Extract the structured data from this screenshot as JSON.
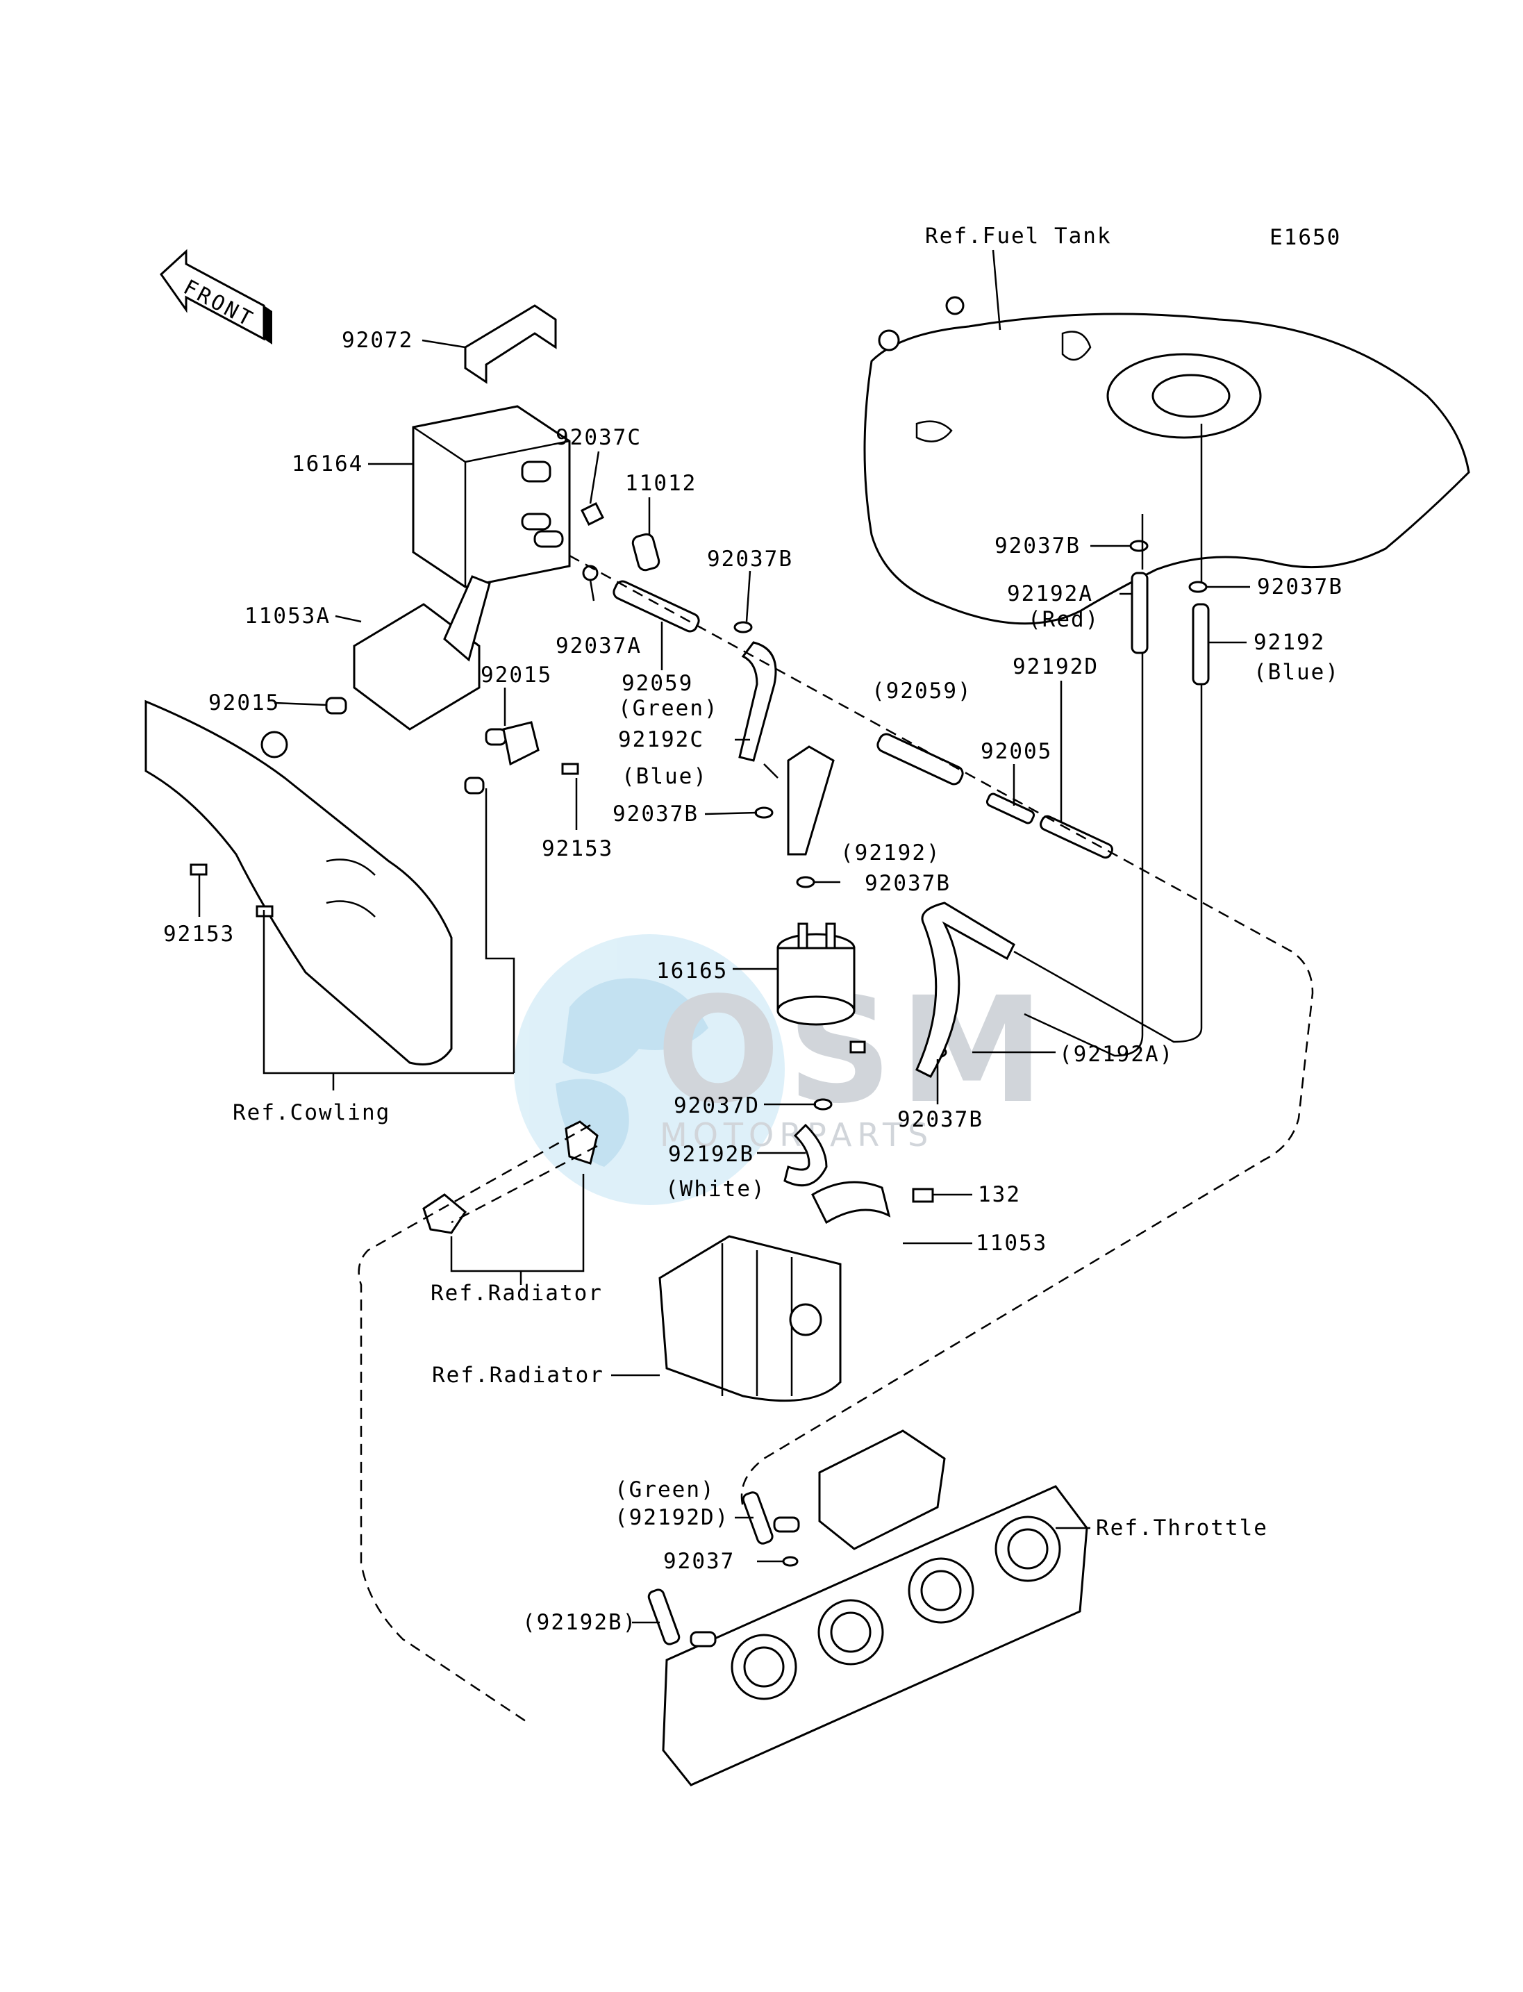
{
  "diagram_code": "E1650",
  "front_arrow_label": "FRONT",
  "watermark": {
    "brand": "OSM",
    "sub": "MOTORPARTS"
  },
  "labels": {
    "ref_fuel_tank": "Ref.Fuel Tank",
    "p92072": "92072",
    "p16164": "16164",
    "p92037C": "92037C",
    "p11012": "11012",
    "p92037B_a": "92037B",
    "p11053A": "11053A",
    "p92037A": "92037A",
    "p92015_a": "92015",
    "p92015_b": "92015",
    "p92059": "92059",
    "green_1": "(Green)",
    "p92192C": "92192C",
    "blue_1": "(Blue)",
    "p92037B_b": "92037B",
    "p92037B_tank_l": "92037B",
    "p92192A": "92192A",
    "red": "(Red)",
    "p92037B_tank_r": "92037B",
    "p92192": "92192",
    "blue_2": "(Blue)",
    "p92192D": "92192D",
    "p92059_ref": "(92059)",
    "p92005": "92005",
    "p92153_a": "92153",
    "p92153_b": "92153",
    "p92192_ref": "(92192)",
    "p92037B_c": "92037B",
    "p16165": "16165",
    "p92192A_ref": "(92192A)",
    "ref_cowling": "Ref.Cowling",
    "p92037D": "92037D",
    "p92037B_d": "92037B",
    "p92192B": "92192B",
    "white": "(White)",
    "p132": "132",
    "p11053": "11053",
    "ref_radiator_1": "Ref.Radiator",
    "ref_radiator_2": "Ref.Radiator",
    "green_2": "(Green)",
    "p92192D_ref": "(92192D)",
    "ref_throttle": "Ref.Throttle",
    "p92037": "92037",
    "p92192B_ref": "(92192B)"
  }
}
